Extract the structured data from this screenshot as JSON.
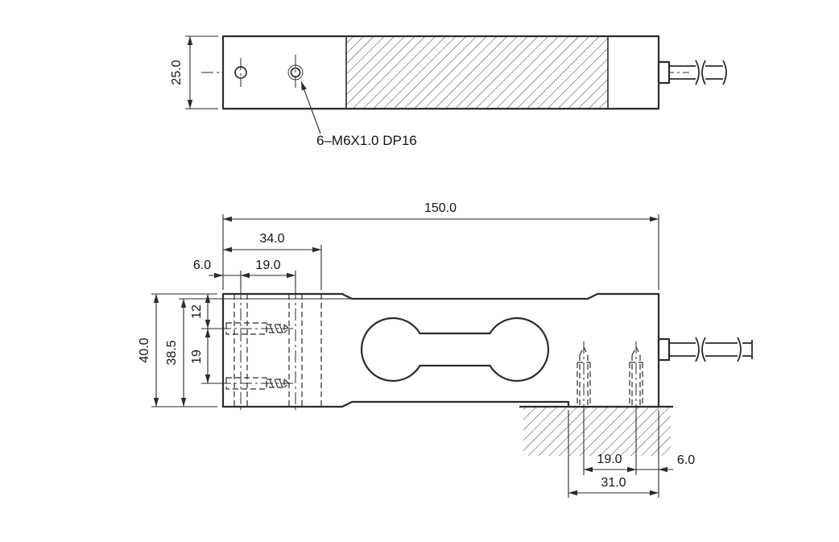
{
  "meta": {
    "drawing_type": "load-cell dimension drawing",
    "line_color": "#2b2b2b",
    "background_color": "#ffffff"
  },
  "top_view": {
    "height": "25.0",
    "thread_note": "6–M6X1.0 DP16"
  },
  "side_view": {
    "overall_length": "150.0",
    "mount_length": "34.0",
    "left_hole_pitch": "19.0",
    "left_edge_offset": "6.0",
    "overall_height": "40.0",
    "body_height": "38.5",
    "top_to_first_hole": "12",
    "vertical_hole_pitch": "19",
    "right_hole_pitch": "19.0",
    "right_edge_offset": "6.0",
    "right_mount_width": "31.0"
  }
}
